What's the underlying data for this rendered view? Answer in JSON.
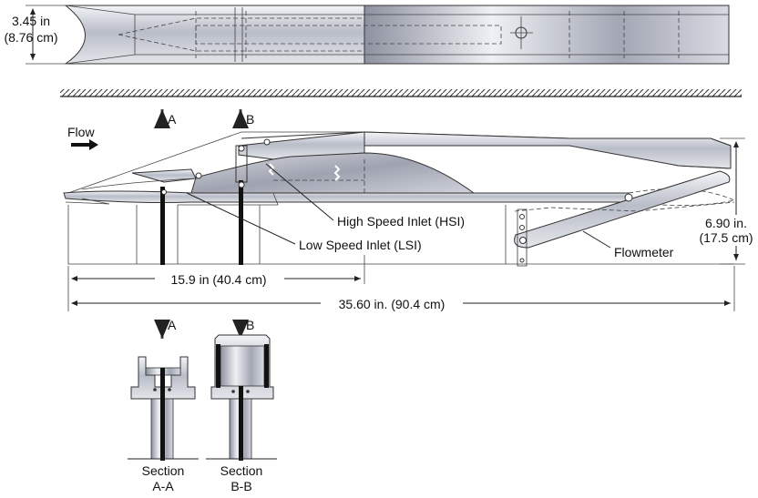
{
  "labels": {
    "width_in": "3.45 in",
    "width_cm": "(8.76 cm)",
    "flow": "Flow",
    "section_marker_a": "A",
    "section_marker_b": "B",
    "hsi": "High Speed Inlet (HSI)",
    "lsi": "Low Speed Inlet (LSI)",
    "flowmeter": "Flowmeter",
    "height_in": "6.90 in.",
    "height_cm": "(17.5 cm)",
    "inlet_length": "15.9 in (40.4 cm)",
    "total_length": "35.60 in. (90.4 cm)",
    "section_a_title": "Section",
    "section_a_id": "A-A",
    "section_b_title": "Section",
    "section_b_id": "B-B"
  },
  "colors": {
    "metal_light": "#e6e8ee",
    "metal_mid": "#b4b8c4",
    "metal_dark": "#7c8090",
    "strut": "#111111",
    "line": "#333333"
  }
}
